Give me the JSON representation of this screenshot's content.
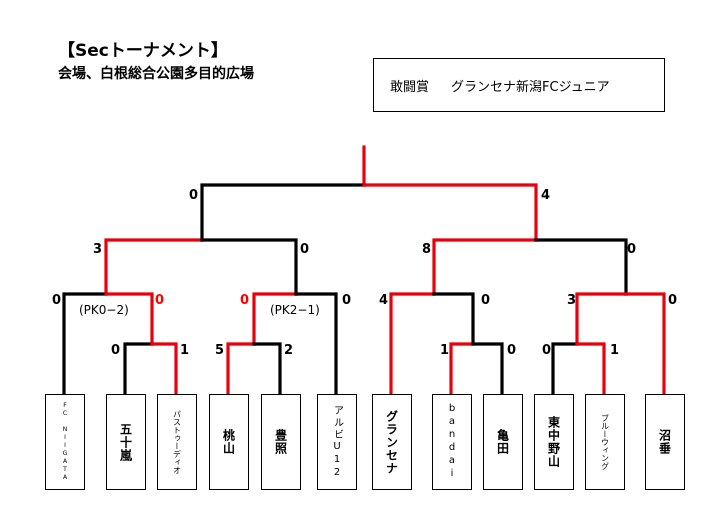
{
  "header": {
    "title": "【Secトーナメント】",
    "venue": "会場、白根総合公園多目的広場"
  },
  "award": {
    "label": "敢闘賞",
    "team": "グランセナ新潟FCジュニア"
  },
  "colors": {
    "winner_line": "#e8000b",
    "loser_line": "#000000"
  },
  "teams": [
    "FC NIIGATA",
    "五十嵐",
    "パストゥーディオ",
    "桃山",
    "豊照",
    "アルビU12",
    "グランセナ",
    "bandai",
    "亀田",
    "東中野山",
    "ブルーウィング",
    "沼垂"
  ],
  "scores": {
    "final_left": "0",
    "final_right": "4",
    "sf1_left": "3",
    "sf1_right": "0",
    "sf2_left": "8",
    "sf2_right": "0",
    "qf1_left": "0",
    "qf1_right": "0",
    "qf2_left": "0",
    "qf2_right": "0",
    "qf3_left": "4",
    "qf3_right": "0",
    "qf4_left": "3",
    "qf4_right": "0",
    "r1a_left": "0",
    "r1a_right": "1",
    "r1b_left": "5",
    "r1b_right": "2",
    "r1c_left": "1",
    "r1c_right": "0",
    "r1d_left": "0",
    "r1d_right": "1"
  },
  "pk": {
    "qf1": "(PK0−2)",
    "qf2": "(PK2−1)"
  }
}
